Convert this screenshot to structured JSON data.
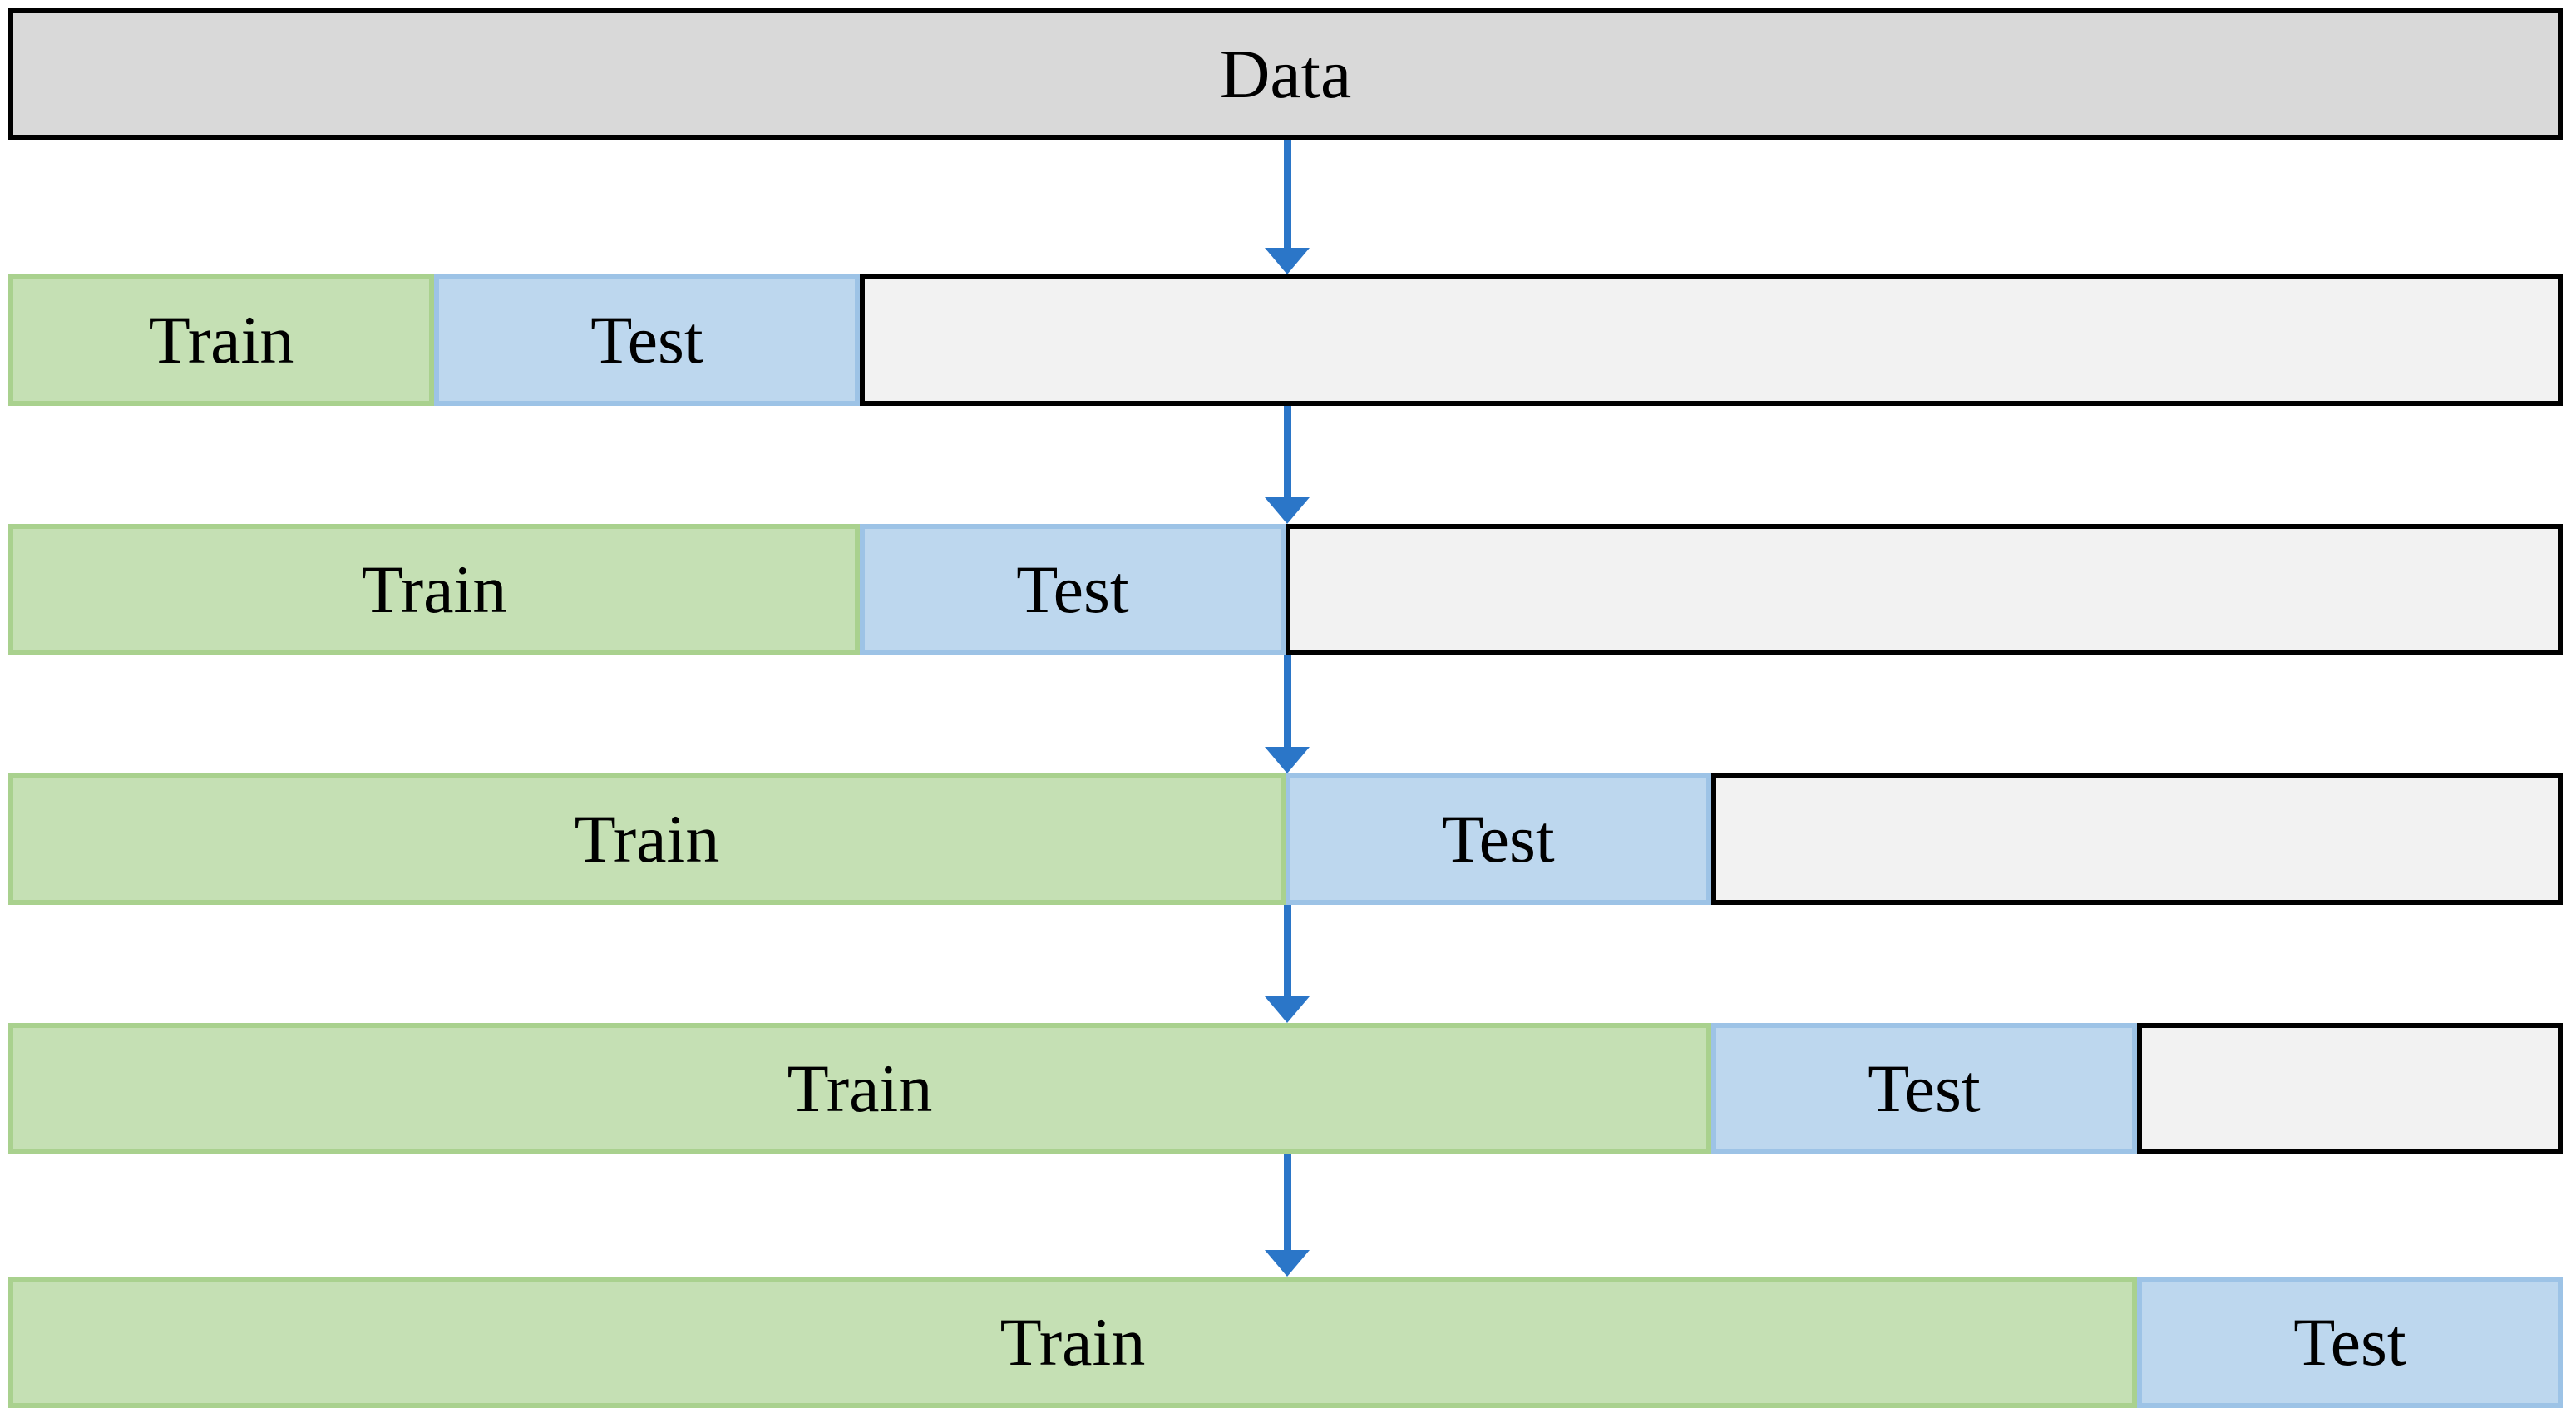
{
  "diagram": {
    "data_label": "Data",
    "total_units": 6,
    "arrows": {
      "count": 5,
      "direction": "down",
      "color": "#2b76c8"
    },
    "rows": [
      {
        "train_label": "Train",
        "test_label": "Test",
        "train_units": 1,
        "test_units": 1,
        "rest_units": 4
      },
      {
        "train_label": "Train",
        "test_label": "Test",
        "train_units": 2,
        "test_units": 1,
        "rest_units": 3
      },
      {
        "train_label": "Train",
        "test_label": "Test",
        "train_units": 3,
        "test_units": 1,
        "rest_units": 2
      },
      {
        "train_label": "Train",
        "test_label": "Test",
        "train_units": 4,
        "test_units": 1,
        "rest_units": 1
      },
      {
        "train_label": "Train",
        "test_label": "Test",
        "train_units": 5,
        "test_units": 1,
        "rest_units": 0
      }
    ],
    "colors": {
      "data_fill": "#d9d9d9",
      "data_border": "#000000",
      "train_fill": "#c5e0b4",
      "train_border": "#a9d18e",
      "test_fill": "#bdd7ee",
      "test_border": "#9dc3e6",
      "rest_fill": "#f2f2f2",
      "rest_border": "#000000",
      "arrow": "#2b76c8",
      "text": "#000000"
    }
  }
}
